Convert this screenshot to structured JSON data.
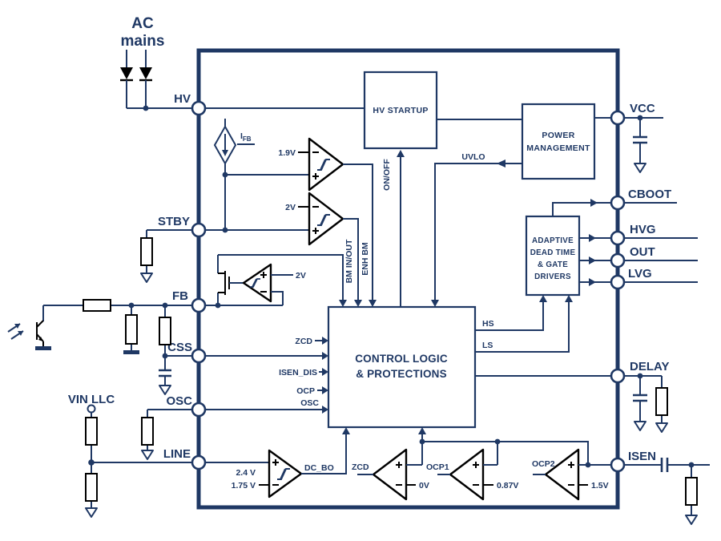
{
  "external": {
    "ac_mains": [
      "AC",
      "mains"
    ],
    "vin_llc": "VIN LLC"
  },
  "pins": {
    "left": [
      "HV",
      "STBY",
      "FB",
      "CSS",
      "OSC",
      "LINE"
    ],
    "right": [
      "VCC",
      "CBOOT",
      "HVG",
      "OUT",
      "LVG",
      "DELAY",
      "ISEN"
    ]
  },
  "blocks": {
    "hv_startup": "HV STARTUP",
    "power_management": [
      "POWER",
      "MANAGEMENT"
    ],
    "adaptive_driver": [
      "ADAPTIVE",
      "DEAD TIME",
      "& GATE",
      "DRIVERS"
    ],
    "control_logic": [
      "CONTROL LOGIC",
      "& PROTECTIONS"
    ]
  },
  "signals": {
    "i_fb": {
      "base": "I",
      "sub": "FB"
    },
    "on_off": "ON/OFF",
    "uvlo": "UVLO",
    "bm_in_out": "BM IN/OUT",
    "enh_bm": "ENH BM",
    "hs": "HS",
    "ls": "LS",
    "zcd_in": "ZCD",
    "isen_dis": "ISEN_DIS",
    "ocp_in": "OCP",
    "osc_in": "OSC",
    "dc_bo": "DC_BO",
    "zcd_out": "ZCD",
    "ocp1": "OCP1",
    "ocp2": "OCP2"
  },
  "references": {
    "comp1": "1.9V",
    "comp2": "2V",
    "burst": "2V",
    "dcbo_upper": "2.4 V",
    "dcbo_lower": "1.75 V",
    "zcd": "0V",
    "ocp1": "0.87V",
    "ocp2": "1.5V"
  },
  "colors": {
    "wire": "#1F3864",
    "component": "#000000",
    "background": "#FFFFFF"
  }
}
